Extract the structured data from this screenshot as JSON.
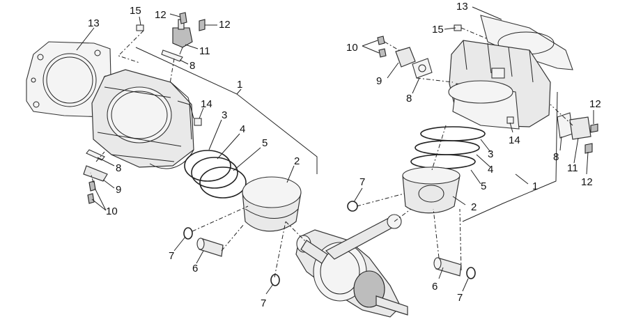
{
  "diagram": {
    "left_callouts": [
      {
        "id": "l15",
        "label": "15"
      },
      {
        "id": "l12a",
        "label": "12"
      },
      {
        "id": "l12b",
        "label": "12"
      },
      {
        "id": "l13",
        "label": "13"
      },
      {
        "id": "l11",
        "label": "11"
      },
      {
        "id": "l8a",
        "label": "8"
      },
      {
        "id": "l1",
        "label": "1"
      },
      {
        "id": "l14",
        "label": "14"
      },
      {
        "id": "l3",
        "label": "3"
      },
      {
        "id": "l4",
        "label": "4"
      },
      {
        "id": "l5",
        "label": "5"
      },
      {
        "id": "l2",
        "label": "2"
      },
      {
        "id": "l8b",
        "label": "8"
      },
      {
        "id": "l9",
        "label": "9"
      },
      {
        "id": "l10",
        "label": "10"
      },
      {
        "id": "l7a",
        "label": "7"
      },
      {
        "id": "l6",
        "label": "6"
      },
      {
        "id": "l7b",
        "label": "7"
      }
    ],
    "right_callouts": [
      {
        "id": "r13",
        "label": "13"
      },
      {
        "id": "r15",
        "label": "15"
      },
      {
        "id": "r10",
        "label": "10"
      },
      {
        "id": "r9",
        "label": "9"
      },
      {
        "id": "r8a",
        "label": "8"
      },
      {
        "id": "r12a",
        "label": "12"
      },
      {
        "id": "r14",
        "label": "14"
      },
      {
        "id": "r3",
        "label": "3"
      },
      {
        "id": "r8b",
        "label": "8"
      },
      {
        "id": "r11",
        "label": "11"
      },
      {
        "id": "r4",
        "label": "4"
      },
      {
        "id": "r12b",
        "label": "12"
      },
      {
        "id": "r7a",
        "label": "7"
      },
      {
        "id": "r5",
        "label": "5"
      },
      {
        "id": "r1",
        "label": "1"
      },
      {
        "id": "r2",
        "label": "2"
      },
      {
        "id": "r6",
        "label": "6"
      },
      {
        "id": "r7b",
        "label": "7"
      }
    ]
  }
}
